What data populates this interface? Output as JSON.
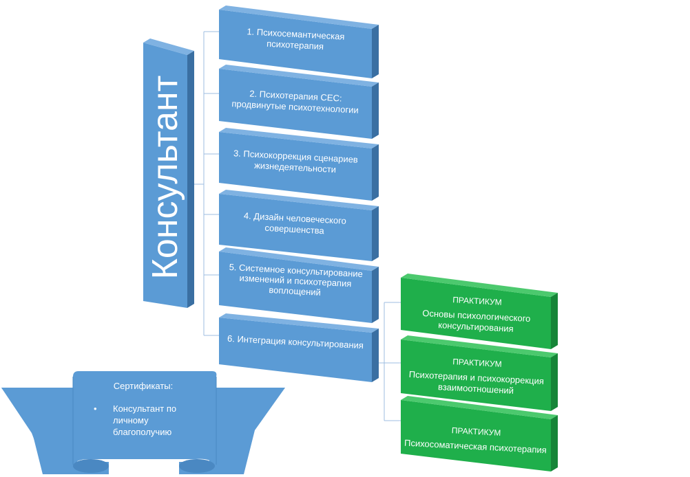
{
  "root": {
    "label": "Консультант"
  },
  "modules": [
    {
      "label": "1. Психосемантическая психотерапия"
    },
    {
      "label": "2. Психотерапия СЕС: продвинутые психотехнологии"
    },
    {
      "label": "3. Психокоррекция сценариев жизнедеятельности"
    },
    {
      "label": "4. Дизайн человеческого совершенства"
    },
    {
      "label": "5. Системное консультирование изменений и психотерапия воплощений"
    },
    {
      "label": "6. Интеграция консультирования"
    }
  ],
  "practicums": [
    {
      "heading": "ПРАКТИКУМ",
      "label": "Основы психологического консультирования"
    },
    {
      "heading": "ПРАКТИКУМ",
      "label": "Психотерапия и психокоррекция взаимоотношений"
    },
    {
      "heading": "ПРАКТИКУМ",
      "label": "Психосоматическая психотерапия"
    }
  ],
  "certificates": {
    "title": "Сертификаты:",
    "items": [
      "Консультант по личному благополучию"
    ]
  },
  "colors": {
    "blue_front": "#5B9BD5",
    "blue_side": "#3A6FA2",
    "blue_top": "#7FB2E2",
    "green_front": "#1FAF4B",
    "green_side": "#168538",
    "green_top": "#4CC96E",
    "connector": "#9DBCE0"
  }
}
